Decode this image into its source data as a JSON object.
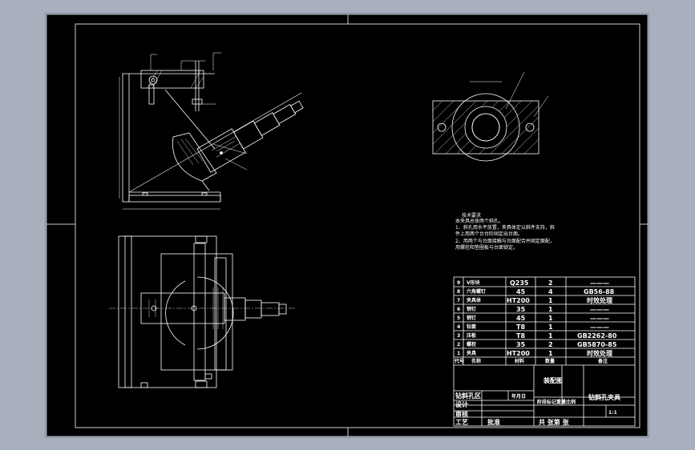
{
  "canvas": {
    "background": "#000000",
    "stroke": "#ffffff",
    "frame_bg": "#a9b0bd"
  },
  "tech_requirements": {
    "title": "技术要求",
    "lines": [
      "本夹具总体两个斜孔。",
      "1、斜孔用水平放置，夹具体定以斜件支持，斜",
      "件上用两个台台阶固定出台面。",
      "2、用两个与台面接触与台面配合并固定面配，",
      "用螺栓和垫圈板与台面锁定。"
    ]
  },
  "parts_table": {
    "rows": [
      {
        "no": "9",
        "name": "V形块",
        "material": "Q235",
        "qty": "2",
        "note": "———"
      },
      {
        "no": "8",
        "name": "六角螺钉",
        "material": "45",
        "qty": "4",
        "note": "GB56-88"
      },
      {
        "no": "7",
        "name": "夹具体",
        "material": "HT200",
        "qty": "1",
        "note": "时效处理"
      },
      {
        "no": "6",
        "name": "销钉",
        "material": "35",
        "qty": "1",
        "note": "———"
      },
      {
        "no": "5",
        "name": "销钉",
        "material": "45",
        "qty": "1",
        "note": "———"
      },
      {
        "no": "4",
        "name": "钻套",
        "material": "T8",
        "qty": "1",
        "note": "———"
      },
      {
        "no": "3",
        "name": "压板",
        "material": "T8",
        "qty": "1",
        "note": "GB2262-80"
      },
      {
        "no": "2",
        "name": "螺栓",
        "material": "35",
        "qty": "2",
        "note": "GB5870-85"
      },
      {
        "no": "1",
        "name": "夹具",
        "material": "HT200",
        "qty": "1",
        "note": "时效处理"
      }
    ],
    "header": {
      "no": "代号",
      "name": "名称",
      "material": "材料",
      "qty": "数量",
      "note": "备注"
    }
  },
  "title_block": {
    "drawing_type": "装配图",
    "part_name": "钻斜孔夹具",
    "design_dept": "钻斜孔区",
    "date_label": "年月日",
    "designer": "设计",
    "checker": "审核",
    "process": "工艺",
    "approve": "批准",
    "stage_label": "阶段标记重量比例",
    "scale": "1:1",
    "sheet": "共 张第 张"
  }
}
